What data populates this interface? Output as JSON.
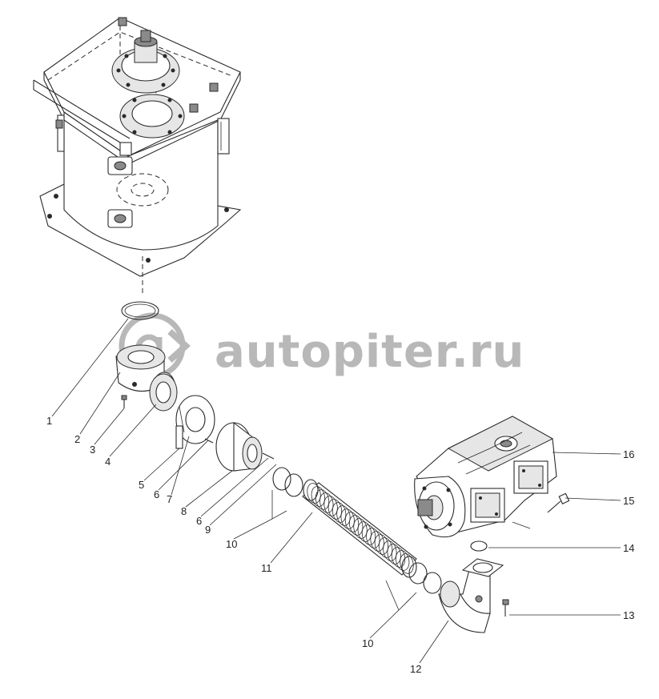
{
  "watermark": {
    "text": "autopiter.ru",
    "color": "#b8b8b8"
  },
  "callouts": {
    "c1": "1",
    "c2": "2",
    "c3": "3",
    "c4": "4",
    "c5": "5",
    "c6a": "6",
    "c7": "7",
    "c8": "8",
    "c6b": "6",
    "c9": "9",
    "c10a": "10",
    "c11": "11",
    "c10b": "10",
    "c12": "12",
    "c13": "13",
    "c14": "14",
    "c15": "15",
    "c16": "16"
  }
}
